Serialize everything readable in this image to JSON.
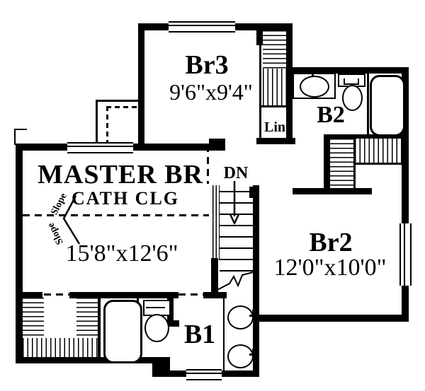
{
  "rooms": {
    "br3": {
      "label": "Br3",
      "dims": "9'6\"x9'4\""
    },
    "b2": {
      "label": "B2"
    },
    "lin": {
      "label": "Lin"
    },
    "master": {
      "label": "MASTER BR",
      "ceiling": "CATH CLG",
      "dims": "15'8\"x12'6\""
    },
    "br2": {
      "label": "Br2",
      "dims": "12'0\"x10'0\""
    },
    "b1": {
      "label": "B1"
    }
  },
  "stairs": {
    "down_label": "DN"
  },
  "annotations": {
    "slope_upper": "Slope",
    "slope_lower": "Slope"
  },
  "colors": {
    "line": "#000000",
    "background": "#ffffff"
  }
}
